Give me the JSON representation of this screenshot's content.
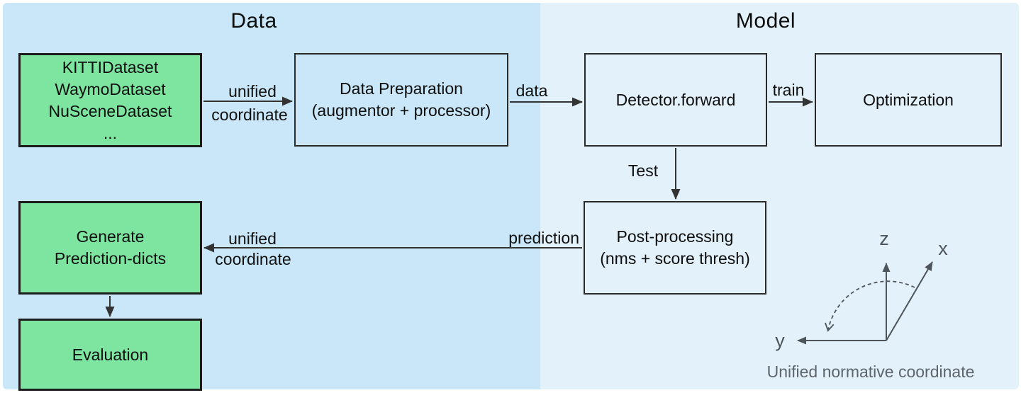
{
  "sections": {
    "data": {
      "title": "Data"
    },
    "model": {
      "title": "Model"
    }
  },
  "nodes": {
    "datasets": {
      "lines": [
        "KITTIDataset",
        "WaymoDataset",
        "NuSceneDataset",
        "..."
      ]
    },
    "data_preparation": {
      "lines": [
        "Data Preparation",
        "(augmentor + processor)"
      ]
    },
    "detector_forward": {
      "lines": [
        "Detector.forward"
      ]
    },
    "optimization": {
      "lines": [
        "Optimization"
      ]
    },
    "post_processing": {
      "lines": [
        "Post-processing",
        "(nms + score thresh)"
      ]
    },
    "generate_prediction": {
      "lines": [
        "Generate",
        "Prediction-dicts"
      ]
    },
    "evaluation": {
      "lines": [
        "Evaluation"
      ]
    }
  },
  "edges": {
    "unified_coordinate_top": {
      "line1": "unified",
      "line2": "coordinate"
    },
    "data": {
      "label": "data"
    },
    "train": {
      "label": "train"
    },
    "test": {
      "label": "Test"
    },
    "prediction": {
      "label": "prediction"
    },
    "unified_coordinate_bottom": {
      "line1": "unified",
      "line2": "coordinate"
    }
  },
  "coordinate_sketch": {
    "z": "z",
    "x": "x",
    "y": "y",
    "caption": "Unified normative coordinate"
  },
  "colors": {
    "data_section_bg": "#c9e7f8",
    "model_section_bg": "#e3f1fb",
    "green_node_fill": "#7de5a0",
    "node_border": "#1c1c1c",
    "arrow": "#333333",
    "sketch_gray": "#4d545a",
    "caption_gray": "#5e666c"
  }
}
